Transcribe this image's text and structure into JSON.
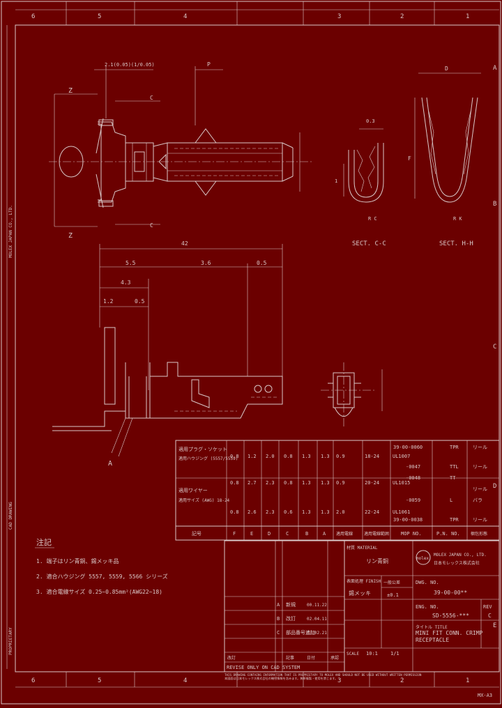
{
  "border": {
    "zones_top": [
      "6",
      "5",
      "4",
      "3",
      "2",
      "1"
    ],
    "zones_bottom": [
      "6",
      "5",
      "4",
      "3",
      "2",
      "1"
    ],
    "zones_right": [
      "A",
      "B",
      "C",
      "D",
      "E"
    ]
  },
  "top_view": {
    "dim_top": "2.1(0.05)(1/0.05)",
    "dim_p": "P",
    "dim_c_top": "C",
    "dim_c_bottom": "C",
    "label_z1": "Z",
    "label_z2": "Z"
  },
  "sections": {
    "sect_c": {
      "dim_top": "0.3",
      "dim_side": "1",
      "radius": "R C",
      "label": "SECT. C-C"
    },
    "sect_h": {
      "dim_top": "D",
      "dim_side": "F",
      "radius": "R K",
      "label": "SECT. H-H"
    }
  },
  "side_view": {
    "overall": "42",
    "d1": "5.5",
    "d2": "3.6",
    "d3": "0.5",
    "d4": "4.3",
    "d5": "1.2",
    "d6": "0.5",
    "label_a": "A"
  },
  "spec_table": {
    "row1_title": [
      "適用プラグ・ソケット",
      "適用ハウジング (5557/5559)"
    ],
    "row2_title": [
      "適用ワイヤー",
      "適用サイズ (AWG) 18-24"
    ],
    "row1_values": [
      "0.8",
      "1.2",
      "2.0",
      "0.8",
      "1.3",
      "1.3",
      "0.9",
      "18-24",
      "UL1007"
    ],
    "row2_values": [
      "0.8",
      "2.7",
      "2.3",
      "0.8",
      "1.3",
      "1.3",
      "0.9",
      "20-24",
      "UL1015"
    ],
    "row3_values": [
      "0.8",
      "2.6",
      "2.3",
      "0.6",
      "1.3",
      "1.3",
      "2.0",
      "22-24",
      "UL1061"
    ],
    "part_nums": [
      "39-00-0060",
      "-0047",
      "-0048",
      "-0059",
      "39-00-0038"
    ],
    "suffix_1": [
      "TPR",
      "TTL",
      "TT",
      "L",
      "TPR"
    ],
    "suffix_2": [
      "リール",
      "リール",
      "リール",
      "バラ",
      "リール"
    ],
    "col_headers": [
      "記号",
      "F",
      "E",
      "D",
      "C",
      "B",
      "A",
      "適用電線",
      "適用電線範囲",
      "MOP NO.",
      "P.N. NO.",
      "梱包形態"
    ]
  },
  "notes": {
    "title": "注記",
    "lines": [
      "1. 端子はリン青銅、錫メッキ品",
      "2. 適合ハウジング 5557, 5559, 5566 シリーズ",
      "3. 適合電線サイズ 0.25~0.85mm²(AWG22~18)"
    ]
  },
  "title_block": {
    "material_label": "材質 MATERIAL",
    "material": "リン青銅",
    "finish_label": "表面処理 FINISH",
    "finish": "錫メッキ",
    "general_tol_label": "一般公差",
    "general_tol": "±0.1",
    "drawing_no_label": "DWG. NO.",
    "drawing_no": "39-00-00**",
    "eng_no_label": "ENG. NO.",
    "eng_no": "SD-5556-***",
    "rev_label": "REV",
    "rev": "C",
    "title_label": "タイトル TITLE",
    "title": "MINI FIT CONN. CRIMP RECEPTACLE",
    "company": "MOLEX JAPAN CO., LTD.",
    "company_jp": "日本モレックス株式会社",
    "logo_text": "molex",
    "revise_only": "REVISE ONLY ON CAD SYSTEM",
    "scale_label": "SCALE",
    "scale": "10:1",
    "sheet": "1/1",
    "rev_rows": [
      {
        "rev": "A",
        "desc": "新規",
        "date": "00.11.22"
      },
      {
        "rev": "B",
        "desc": "改訂",
        "date": "02.04.11"
      },
      {
        "rev": "C",
        "desc": "部品番号追加",
        "date": "03.02.21"
      }
    ],
    "rev_col_heads": [
      "改訂",
      "記事",
      "日付",
      "承認"
    ],
    "footer_en": "THIS DRAWING CONTAINS INFORMATION THAT IS PROPRIETARY TO MOLEX AND SHOULD NOT BE USED WITHOUT WRITTEN PERMISSION",
    "footer_jp": "本図面は日本モレックス株式会社の機密情報を含みます。無断複製・使用を禁じます。",
    "size": "MX-A3"
  },
  "left_margin": [
    "MOLEX JAPAN CO., LTD.",
    "CAD DRAWING",
    "PROPRIETARY"
  ]
}
